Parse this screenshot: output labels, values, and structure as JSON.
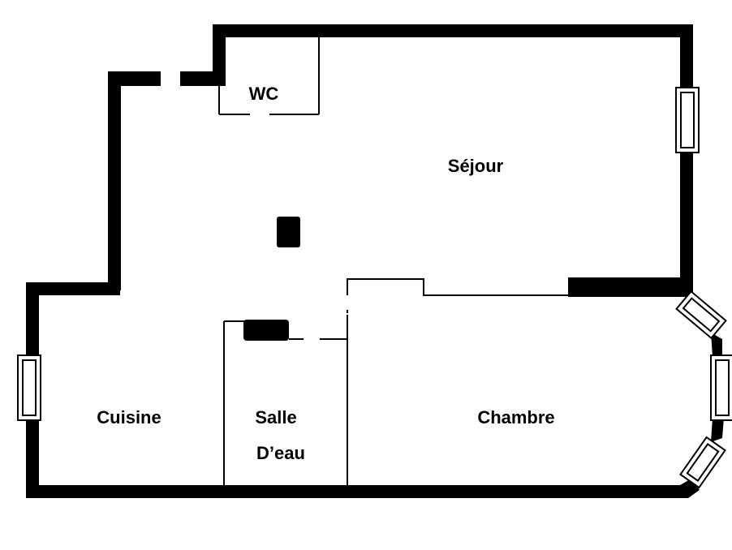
{
  "colors": {
    "wall": "#000000",
    "window_frame": "#000000",
    "window_fill": "#ffffff",
    "background": "#ffffff"
  },
  "rooms": {
    "wc": "WC",
    "sejour": "Séjour",
    "cuisine": "Cuisine",
    "salle_line1": "Salle",
    "salle_line2": "D’eau",
    "chambre": "Chambre"
  }
}
